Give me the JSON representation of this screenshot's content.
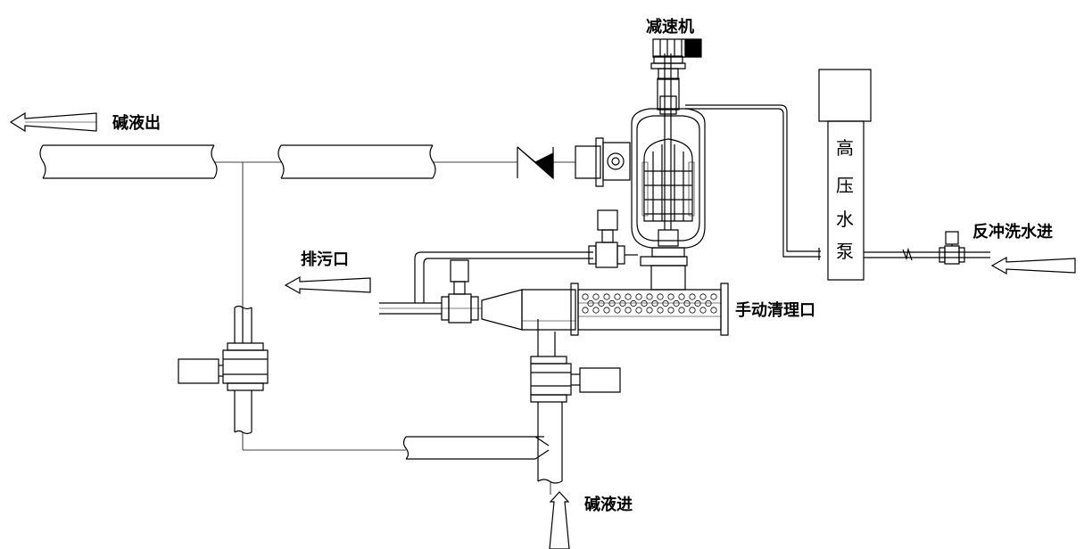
{
  "labels": {
    "alkali_out": "碱液出",
    "reducer": "减速机",
    "high_pressure_pump": [
      "高",
      "压",
      "水",
      "泵"
    ],
    "backwash_in": "反冲洗水进",
    "drain_outlet": "排污口",
    "manual_clean": "手动清理口",
    "alkali_in": "碱液进"
  },
  "colors": {
    "line": "#000000",
    "background": "#ffffff"
  }
}
